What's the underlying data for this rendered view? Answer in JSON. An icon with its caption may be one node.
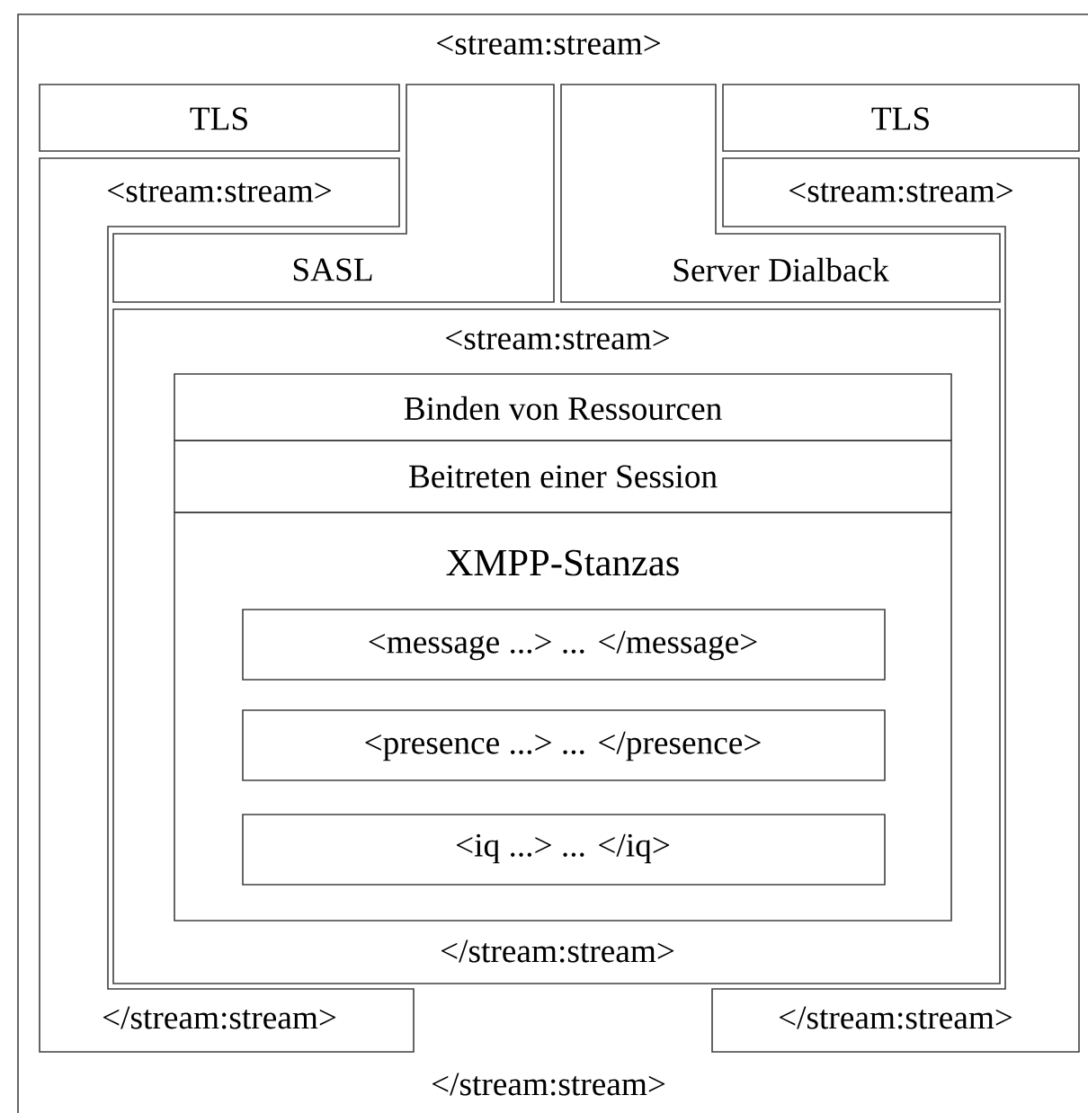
{
  "diagram": {
    "nodes": [
      {
        "text": [
          "<stream:stream>",
          "</stream:stream>"
        ]
      },
      {
        "text": [
          "TLS"
        ],
        "in": 0
      },
      {
        "text": [
          "TLS"
        ],
        "in": 0
      },
      {
        "text": [
          "<stream:stream>",
          "</stream:stream>"
        ],
        "in": 0
      },
      {
        "text": [
          "<stream:stream>",
          "</stream:stream>"
        ],
        "in": 0
      },
      {
        "text": [
          "SASL"
        ],
        "in": 0
      },
      {
        "text": [
          "Server Dialback"
        ],
        "in": 0
      },
      {
        "text": [
          "<stream:stream>",
          "</stream:stream>"
        ],
        "in": 0
      },
      {
        "text": [
          "Binden von Ressourcen"
        ],
        "in": 7
      },
      {
        "text": [
          "Beitreten einer Session"
        ],
        "in": 7
      },
      {
        "text": [
          "XMPP-Stanzas"
        ],
        "in": 7
      },
      {
        "text": [
          "<message ...> ... </message>"
        ],
        "in": 10
      },
      {
        "text": [
          "<presence ...> ... </presence>"
        ],
        "in": 10
      },
      {
        "text": [
          "<iq ...> ... </iq>"
        ],
        "in": 10
      }
    ]
  }
}
